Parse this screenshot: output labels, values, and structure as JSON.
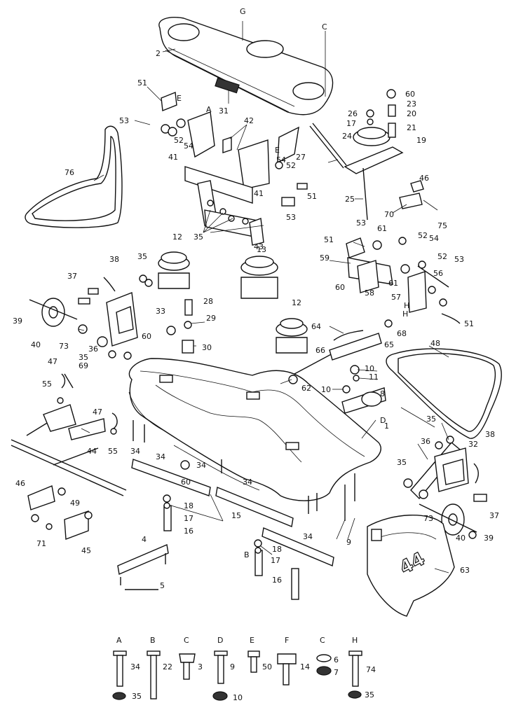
{
  "callouts": [
    {
      "text": "G"
    },
    {
      "text": "C"
    },
    {
      "text": "2"
    },
    {
      "text": "51"
    },
    {
      "text": "E"
    },
    {
      "text": "A"
    },
    {
      "text": "31"
    },
    {
      "text": "53"
    },
    {
      "text": "52"
    },
    {
      "text": "54"
    },
    {
      "text": "41"
    },
    {
      "text": "42"
    },
    {
      "text": "76"
    },
    {
      "text": "26"
    },
    {
      "text": "17"
    },
    {
      "text": "24"
    },
    {
      "text": "60"
    },
    {
      "text": "23"
    },
    {
      "text": "20"
    },
    {
      "text": "21"
    },
    {
      "text": "19"
    },
    {
      "text": "27"
    },
    {
      "text": "E"
    },
    {
      "text": "54"
    },
    {
      "text": "52"
    },
    {
      "text": "41"
    },
    {
      "text": "51"
    },
    {
      "text": "53"
    },
    {
      "text": "25"
    },
    {
      "text": "46"
    },
    {
      "text": "70"
    },
    {
      "text": "75"
    },
    {
      "text": "35"
    },
    {
      "text": "43"
    },
    {
      "text": "53"
    },
    {
      "text": "61"
    },
    {
      "text": "52"
    },
    {
      "text": "54"
    },
    {
      "text": "51"
    },
    {
      "text": "59"
    },
    {
      "text": "52"
    },
    {
      "text": "56"
    },
    {
      "text": "53"
    },
    {
      "text": "61"
    },
    {
      "text": "58"
    },
    {
      "text": "57"
    },
    {
      "text": "H"
    },
    {
      "text": "H"
    },
    {
      "text": "51"
    },
    {
      "text": "12"
    },
    {
      "text": "13"
    },
    {
      "text": "38"
    },
    {
      "text": "35"
    },
    {
      "text": "37"
    },
    {
      "text": "39"
    },
    {
      "text": "40"
    },
    {
      "text": "33"
    },
    {
      "text": "28"
    },
    {
      "text": "29"
    },
    {
      "text": "60"
    },
    {
      "text": "30"
    },
    {
      "text": "73"
    },
    {
      "text": "36"
    },
    {
      "text": "35"
    },
    {
      "text": "60"
    },
    {
      "text": "12"
    },
    {
      "text": "64"
    },
    {
      "text": "68"
    },
    {
      "text": "65"
    },
    {
      "text": "66"
    },
    {
      "text": "48"
    },
    {
      "text": "47"
    },
    {
      "text": "69"
    },
    {
      "text": "55"
    },
    {
      "text": "62"
    },
    {
      "text": "10"
    },
    {
      "text": "11"
    },
    {
      "text": "10"
    },
    {
      "text": "8"
    },
    {
      "text": "D"
    },
    {
      "text": "1"
    },
    {
      "text": "47"
    },
    {
      "text": "44"
    },
    {
      "text": "55"
    },
    {
      "text": "34"
    },
    {
      "text": "34"
    },
    {
      "text": "34"
    },
    {
      "text": "34"
    },
    {
      "text": "60"
    },
    {
      "text": "35"
    },
    {
      "text": "36"
    },
    {
      "text": "32"
    },
    {
      "text": "38"
    },
    {
      "text": "35"
    },
    {
      "text": "46"
    },
    {
      "text": "49"
    },
    {
      "text": "18"
    },
    {
      "text": "17"
    },
    {
      "text": "16"
    },
    {
      "text": "15"
    },
    {
      "text": "73"
    },
    {
      "text": "37"
    },
    {
      "text": "40"
    },
    {
      "text": "39"
    },
    {
      "text": "71"
    },
    {
      "text": "45"
    },
    {
      "text": "4"
    },
    {
      "text": "34"
    },
    {
      "text": "9"
    },
    {
      "text": "B"
    },
    {
      "text": "18"
    },
    {
      "text": "17"
    },
    {
      "text": "16"
    },
    {
      "text": "5"
    },
    {
      "text": "63"
    }
  ],
  "shroud_mark": "44",
  "hardware_legend": {
    "letters": [
      "A",
      "B",
      "C",
      "D",
      "E",
      "F",
      "C",
      "H"
    ],
    "part_numbers": [
      "34",
      "22",
      "3",
      "9",
      "50",
      "14",
      "6",
      "7",
      "74",
      "35",
      "10",
      "35"
    ]
  }
}
